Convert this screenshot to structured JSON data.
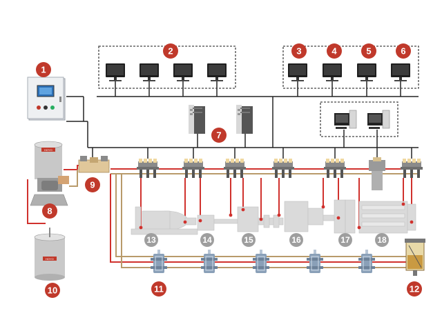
{
  "colors": {
    "badge_red": "#c0392b",
    "badge_grey": "#9e9e9e",
    "pipe_red": "#d0312d",
    "pipe_tan": "#b89a6a",
    "network_line": "#222222",
    "machine_grey": "#d9d9d9"
  },
  "badges": {
    "b1": "1",
    "b2": "2",
    "b3": "3",
    "b4": "4",
    "b5": "5",
    "b6": "6",
    "b7": "7",
    "b8": "8",
    "b9": "9",
    "b10": "10",
    "b11": "11",
    "b12": "12",
    "b13": "13",
    "b14": "14",
    "b15": "15",
    "b16": "16",
    "b17": "17",
    "b18": "18"
  },
  "icons": {
    "control_cabinet": "control-cabinet-icon",
    "monitor": "monitor-icon",
    "server": "server-tower-icon",
    "workstation": "desktop-workstation-icon",
    "pump_station": "pump-station-icon",
    "lubricant_barrel": "lubricant-barrel-icon",
    "distribution_block": "distribution-block-icon",
    "valve_manifold": "valve-manifold-icon",
    "progressive_distributor": "progressive-distributor-icon",
    "oil_tank": "oil-tank-icon"
  },
  "machines": [
    "motor",
    "coupling",
    "gearbox",
    "shaft-coupling",
    "reducer",
    "mill-stand",
    "rolling-mill-stand"
  ]
}
